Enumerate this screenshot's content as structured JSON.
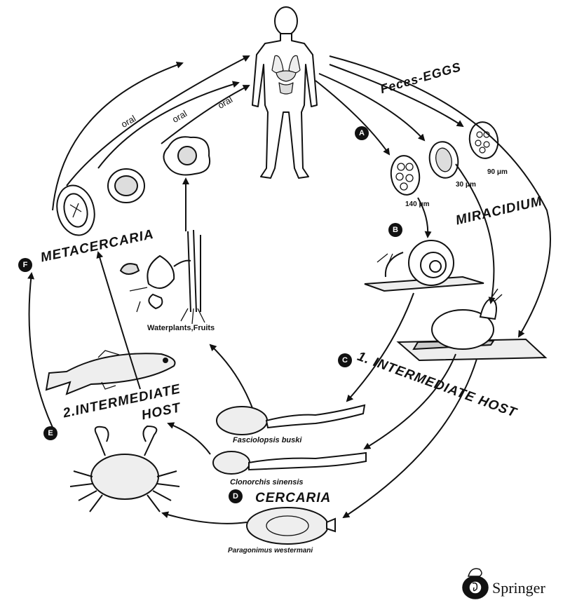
{
  "labels": {
    "feces_eggs": "Feces-EGGS",
    "size_140": "140 μm",
    "size_30": "30 μm",
    "size_90": "90 μm",
    "miracidium": "MIRACIDIUM",
    "intermediate_host_1": "1. INTERMEDIATE HOST",
    "cercaria": "CERCARIA",
    "intermediate_host_2_line1": "2.INTERMEDIATE",
    "intermediate_host_2_line2": "HOST",
    "metacercaria": "METACERCARIA",
    "waterplants": "Waterplants,Fruits",
    "oral_1": "oral",
    "oral_2": "oral",
    "oral_3": "oral",
    "fasciolopsis": "Fasciolopsis buski",
    "clonorchis": "Clonorchis sinensis",
    "paragonimus": "Paragonimus westermani"
  },
  "badges": {
    "a": "A",
    "b": "B",
    "c": "C",
    "d": "D",
    "e": "E",
    "f": "F"
  },
  "publisher": {
    "name": "Springer",
    "logo_icon": "springer-horse-logo-icon"
  },
  "colors": {
    "ink": "#111111",
    "background": "#ffffff"
  }
}
